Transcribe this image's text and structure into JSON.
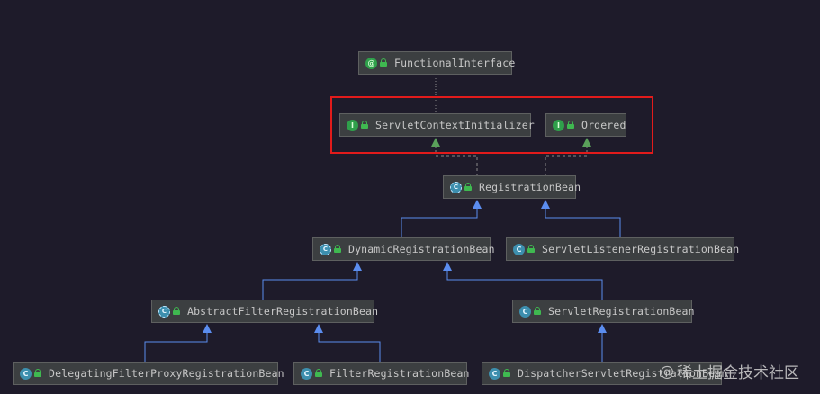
{
  "nodes": [
    {
      "key": "functional_interface",
      "label": "FunctionalInterface",
      "kind": "annotation",
      "badge": "@"
    },
    {
      "key": "servlet_context_initializer",
      "label": "ServletContextInitializer",
      "kind": "interface",
      "badge": "I"
    },
    {
      "key": "ordered",
      "label": "Ordered",
      "kind": "interface",
      "badge": "I"
    },
    {
      "key": "registration_bean",
      "label": "RegistrationBean",
      "kind": "abstract",
      "badge": "C"
    },
    {
      "key": "dynamic_registration_bean",
      "label": "DynamicRegistrationBean",
      "kind": "abstract",
      "badge": "C"
    },
    {
      "key": "servlet_listener_registration_bean",
      "label": "ServletListenerRegistrationBean",
      "kind": "class",
      "badge": "C"
    },
    {
      "key": "abstract_filter_registration_bean",
      "label": "AbstractFilterRegistrationBean",
      "kind": "abstract",
      "badge": "C"
    },
    {
      "key": "servlet_registration_bean",
      "label": "ServletRegistrationBean",
      "kind": "class",
      "badge": "C"
    },
    {
      "key": "delegating_filter_proxy_registration_bean",
      "label": "DelegatingFilterProxyRegistrationBean",
      "kind": "class",
      "badge": "C"
    },
    {
      "key": "filter_registration_bean",
      "label": "FilterRegistrationBean",
      "kind": "class",
      "badge": "C"
    },
    {
      "key": "dispatcher_servlet_registration_bean",
      "label": "DispatcherServletRegistrationBean",
      "kind": "class",
      "badge": "C"
    }
  ],
  "relations": [
    {
      "from": "servlet_context_initializer",
      "to": "functional_interface",
      "type": "annotated"
    },
    {
      "from": "registration_bean",
      "to": "servlet_context_initializer",
      "type": "implements"
    },
    {
      "from": "registration_bean",
      "to": "ordered",
      "type": "implements"
    },
    {
      "from": "dynamic_registration_bean",
      "to": "registration_bean",
      "type": "extends"
    },
    {
      "from": "servlet_listener_registration_bean",
      "to": "registration_bean",
      "type": "extends"
    },
    {
      "from": "abstract_filter_registration_bean",
      "to": "dynamic_registration_bean",
      "type": "extends"
    },
    {
      "from": "servlet_registration_bean",
      "to": "dynamic_registration_bean",
      "type": "extends"
    },
    {
      "from": "delegating_filter_proxy_registration_bean",
      "to": "abstract_filter_registration_bean",
      "type": "extends"
    },
    {
      "from": "filter_registration_bean",
      "to": "abstract_filter_registration_bean",
      "type": "extends"
    },
    {
      "from": "dispatcher_servlet_registration_bean",
      "to": "servlet_registration_bean",
      "type": "extends"
    }
  ],
  "colors": {
    "background": "#1e1b2a",
    "extends_edge": "#5b8def",
    "implements_edge": "#5aa05a",
    "annotation_edge": "#8a8a8a",
    "highlight_box": "#e21b1b"
  },
  "watermark": {
    "text": "稀土掘金技术社区",
    "symbol": "@"
  }
}
